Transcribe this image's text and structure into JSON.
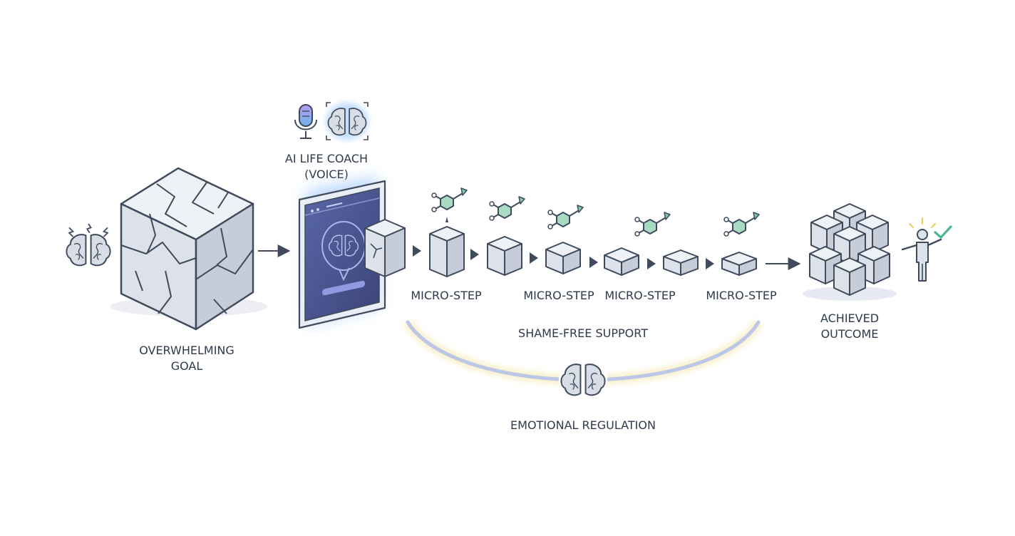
{
  "labels": {
    "goal_line1": "OVERWHELMING",
    "goal_line2": "GOAL",
    "coach_line1": "AI LIFE COACH",
    "coach_line2": "(VOICE)",
    "micro_steps": [
      "MICRO-STEP",
      "MICRO-STEP",
      "MICRO-STEP",
      "MICRO-STEP"
    ],
    "support": "SHAME-FREE SUPPORT",
    "outcome_line1": "ACHIEVED",
    "outcome_line2": "OUTCOME",
    "regulation": "EMOTIONAL REGULATION"
  },
  "icons": {
    "stressed_brain": "brain-icon",
    "microphone": "microphone-icon",
    "ai_brain": "brain-icon",
    "molecule": "molecule-icon",
    "person": "person-icon",
    "check": "check-icon"
  },
  "colors": {
    "stroke": "#3f4b5c",
    "cube_face": "#dde2ea",
    "cube_top": "#eef1f5",
    "cube_side": "#c6cdd8",
    "screen": "#4a5591",
    "glow": "#6fa8ff",
    "molecule": "#7fc9a6",
    "arc_yellow": "#f3e6a8",
    "arc_blue": "#b9c4e4",
    "check": "#4fb58a"
  }
}
